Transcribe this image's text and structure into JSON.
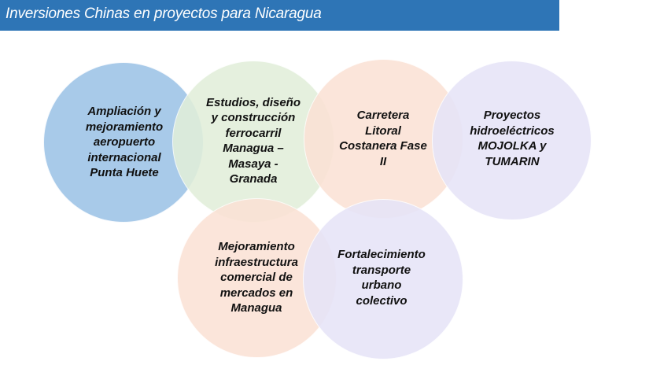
{
  "header": {
    "title": "Inversiones Chinas en proyectos para Nicaragua",
    "background_color": "#2e75b6",
    "text_color": "#ffffff"
  },
  "diagram": {
    "type": "overlapping-circles",
    "nodes": [
      {
        "id": "aeropuerto",
        "label": "Ampliación y\nmejoramiento\naeropuerto\ninternacional\nPunta Huete",
        "color": "#9dc3e6"
      },
      {
        "id": "ferrocarril",
        "label": "Estudios, diseño\ny construcción\nferrocarril\nManagua –\nMasaya -\nGranada",
        "color": "#e2efda"
      },
      {
        "id": "carretera",
        "label": "Carretera\nLitoral\nCostanera Fase\nII",
        "color": "#fbe2d5"
      },
      {
        "id": "hidroelectricos",
        "label": "Proyectos\nhidroeléctricos\nMOJOLKA y\nTUMARIN",
        "color": "#e6e4f8"
      },
      {
        "id": "mercados",
        "label": "Mejoramiento\ninfraestructura\ncomercial de\nmercados en\nManagua",
        "color": "#fbe2d5"
      },
      {
        "id": "transporte",
        "label": "Fortalecimiento\ntransporte\nurbano\ncolectivo",
        "color": "#e6e4f8"
      }
    ]
  }
}
